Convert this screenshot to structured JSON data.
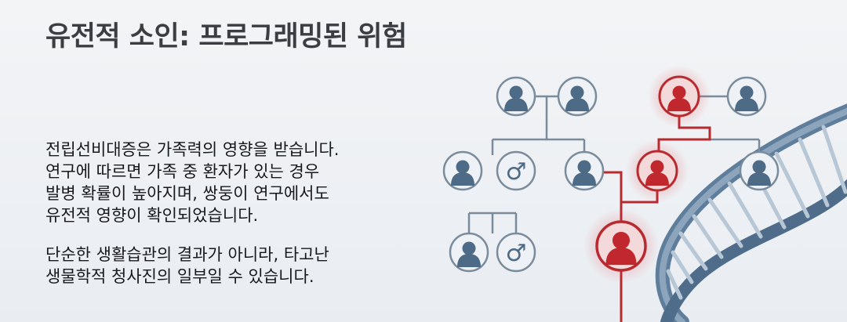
{
  "title": "유전적 소인: 프로그래밍된 위험",
  "paragraph1": [
    "전립선비대증은 가족력의 영향을 받습니다.",
    "연구에 따르면 가족 중 환자가 있는 경우",
    "발병 확률이 높아지며, 쌍둥이 연구에서도",
    "유전적 영향이 확인되었습니다."
  ],
  "paragraph2": [
    "단순한 생활습관의 결과가 아니라, 타고난",
    "생물학적 청사진의 일부일 수 있습니다."
  ],
  "colors": {
    "person": "#4d6a86",
    "affected": "#c0282d",
    "connector": "#7a8b9b",
    "dna_rail": "#5f7e9c"
  },
  "pedigree": {
    "male_symbol": "♂",
    "icons": [
      "person-icon",
      "male-symbol-icon"
    ]
  }
}
